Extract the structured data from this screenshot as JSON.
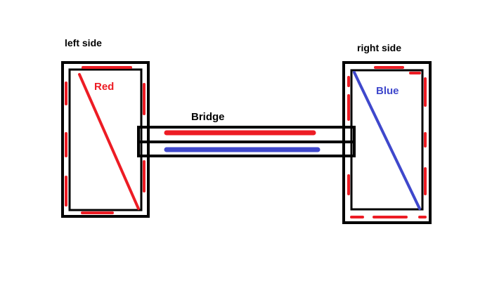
{
  "labels": {
    "left_side": "left side",
    "right_side": "right side",
    "red": "Red",
    "blue": "Blue",
    "bridge": "Bridge"
  },
  "colors": {
    "outline": "#000000",
    "red": "#ed1c24",
    "blue": "#3f48cc",
    "background": "#ffffff"
  }
}
